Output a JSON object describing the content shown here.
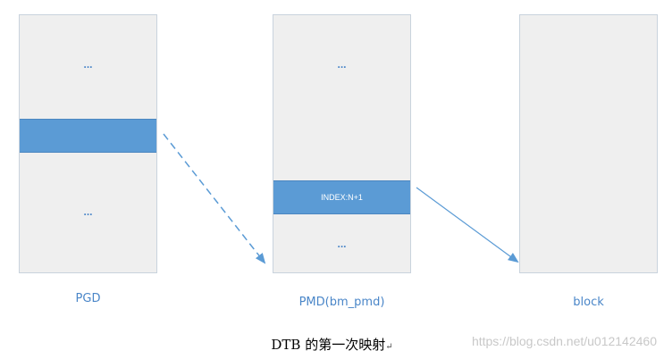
{
  "columns": {
    "pgd": {
      "label": "PGD",
      "dots_top": "...",
      "dots_bottom": "..."
    },
    "pmd": {
      "label": "PMD(bm_pmd)",
      "dots_top": "...",
      "index_label": "INDEX:N+1",
      "dots_bottom": "..."
    },
    "block": {
      "label": "block"
    }
  },
  "caption": {
    "text": "DTB 的第一次映射",
    "mark": "↵"
  },
  "watermark": "https://blog.csdn.net/u012142460",
  "colors": {
    "band": "#5b9bd5",
    "column_fill": "#efefef",
    "label": "#4a86c8",
    "arrow": "#5b9bd5"
  }
}
